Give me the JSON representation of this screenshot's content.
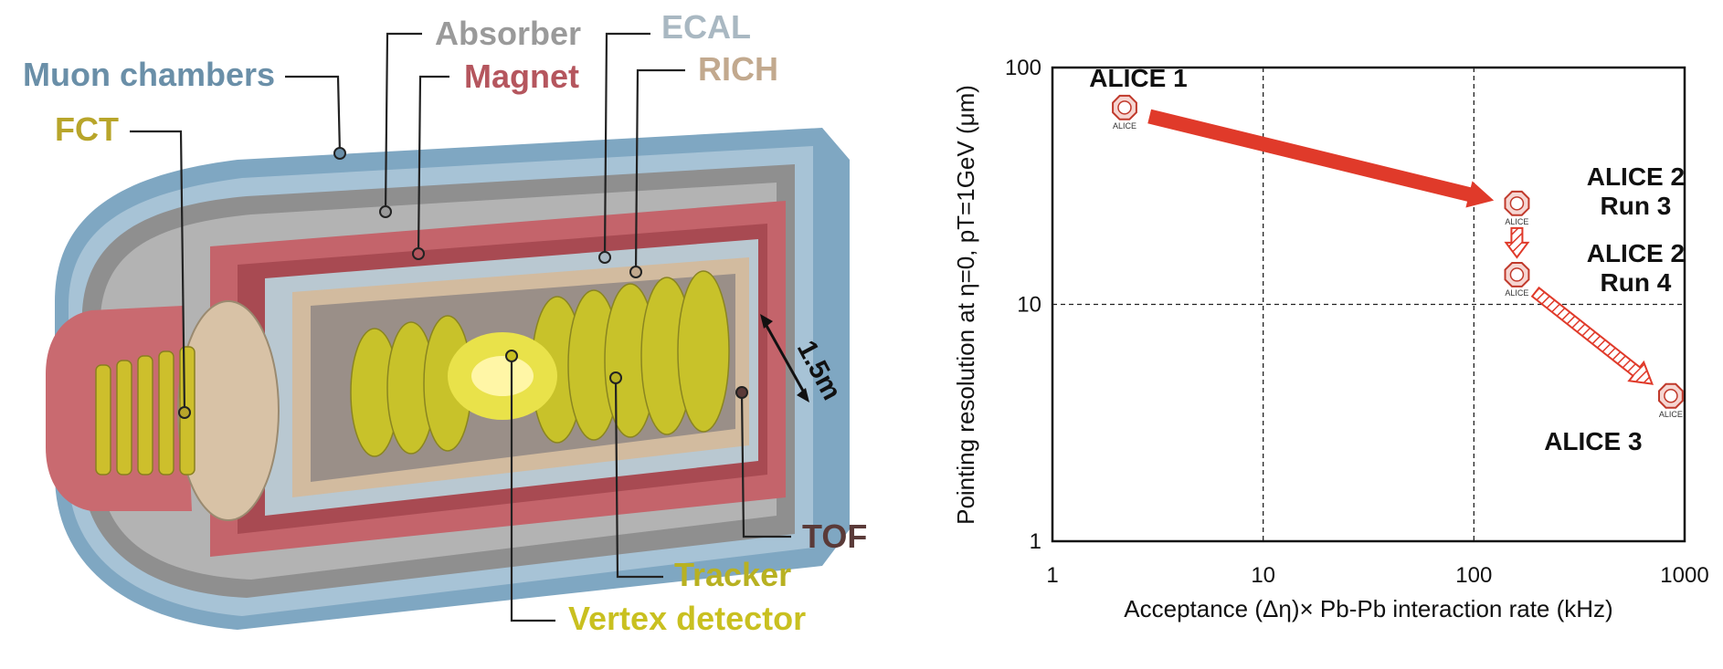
{
  "detector": {
    "labels": {
      "muon_chambers": "Muon chambers",
      "absorber": "Absorber",
      "magnet": "Magnet",
      "ecal": "ECAL",
      "rich": "RICH",
      "fct": "FCT",
      "tof": "TOF",
      "tracker": "Tracker",
      "vertex_detector": "Vertex detector"
    },
    "dimension": "1.5m",
    "colors": {
      "muon_chambers": "#6a8fa8",
      "absorber": "#9a9a9a",
      "magnet": "#b5565e",
      "ecal": "#a9b8c2",
      "rich": "#c2a98e",
      "fct": "#b8a52a",
      "tof": "#5a3a38",
      "tracker": "#b8b122",
      "vertex_detector": "#c9c020"
    }
  },
  "chart_data": {
    "type": "scatter",
    "x_scale": "log",
    "y_scale": "log",
    "xlim": [
      1,
      1000
    ],
    "ylim": [
      1,
      100
    ],
    "x_ticks": [
      "1",
      "10",
      "100",
      "1000"
    ],
    "y_ticks": [
      "1",
      "10",
      "100"
    ],
    "xlabel": "Acceptance (Δη)× Pb-Pb interaction rate (kHz)",
    "ylabel": "Pointing resolution at η=0, pT=1GeV (μm)",
    "grid": "dashed at 10 and 100",
    "points": [
      {
        "label": "ALICE 1",
        "sublabel": "",
        "x": 2.2,
        "y": 66
      },
      {
        "label": "ALICE 2",
        "sublabel": "Run 3",
        "x": 160,
        "y": 26
      },
      {
        "label": "ALICE 2",
        "sublabel": "Run 4",
        "x": 160,
        "y": 13
      },
      {
        "label": "ALICE 3",
        "sublabel": "",
        "x": 860,
        "y": 4
      }
    ],
    "logo_text": "ALICE",
    "arrow_color": "#e03a2a"
  }
}
